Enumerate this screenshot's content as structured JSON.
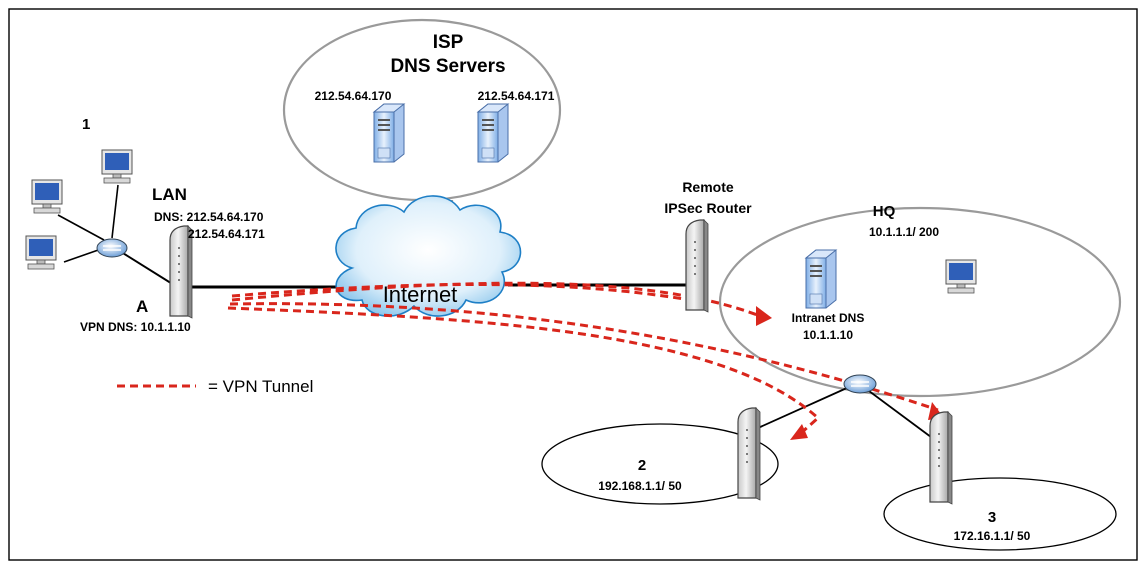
{
  "isp": {
    "title": "ISP",
    "subtitle": "DNS Servers",
    "server1_ip": "212.54.64.170",
    "server2_ip": "212.54.64.171"
  },
  "lan": {
    "site_number": "1",
    "label": "LAN",
    "dns_line1": "DNS: 212.54.64.170",
    "dns_line2": "212.54.64.171",
    "router_label": "A",
    "vpn_dns": "VPN DNS: 10.1.1.10"
  },
  "internet": {
    "label": "Internet"
  },
  "remote": {
    "line1": "Remote",
    "line2": "IPSec Router"
  },
  "hq": {
    "label": "HQ",
    "subnet": "10.1.1.1/ 200",
    "dns_label": "Intranet DNS",
    "dns_ip": "10.1.1.10"
  },
  "branch2": {
    "number": "2",
    "subnet": "192.168.1.1/ 50"
  },
  "branch3": {
    "number": "3",
    "subnet": "172.16.1.1/ 50"
  },
  "legend": {
    "label": "= VPN Tunnel"
  },
  "colors": {
    "tunnel": "#d9261c",
    "cloud_light": "#e9f5fd",
    "cloud_edge": "#1e7fc6",
    "server_blue": "#5b8fd1"
  }
}
